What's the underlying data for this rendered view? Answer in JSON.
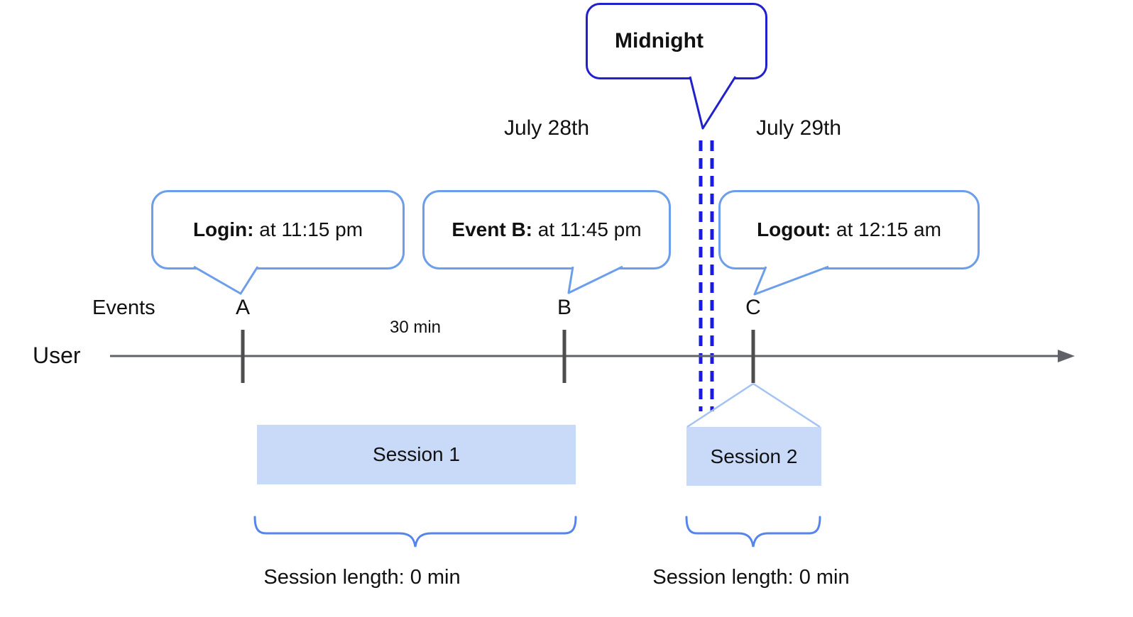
{
  "title_callout": {
    "label": "Midnight"
  },
  "dates": {
    "left": "July 28th",
    "right": "July 29th"
  },
  "axis": {
    "events_label": "Events",
    "user_label": "User",
    "interval_label": "30 min"
  },
  "events": [
    {
      "letter": "A",
      "callout_bold": "Login:",
      "callout_rest": " at 11:15 pm"
    },
    {
      "letter": "B",
      "callout_bold": "Event B:",
      "callout_rest": " at 11:45 pm"
    },
    {
      "letter": "C",
      "callout_bold": "Logout:",
      "callout_rest": " at 12:15 am"
    }
  ],
  "sessions": [
    {
      "label": "Session 1",
      "length_label": "Session length: 0 min"
    },
    {
      "label": "Session 2",
      "length_label": "Session length: 0 min"
    }
  ],
  "colors": {
    "strong_blue": "#1a1ae0",
    "callout_border_blue": "#6d9eeb",
    "session_fill": "#c9daf8",
    "roof_line": "#a4c2f4",
    "brace_blue": "#5585ec",
    "timeline_gray": "#5f6368",
    "text_black": "#111111"
  }
}
